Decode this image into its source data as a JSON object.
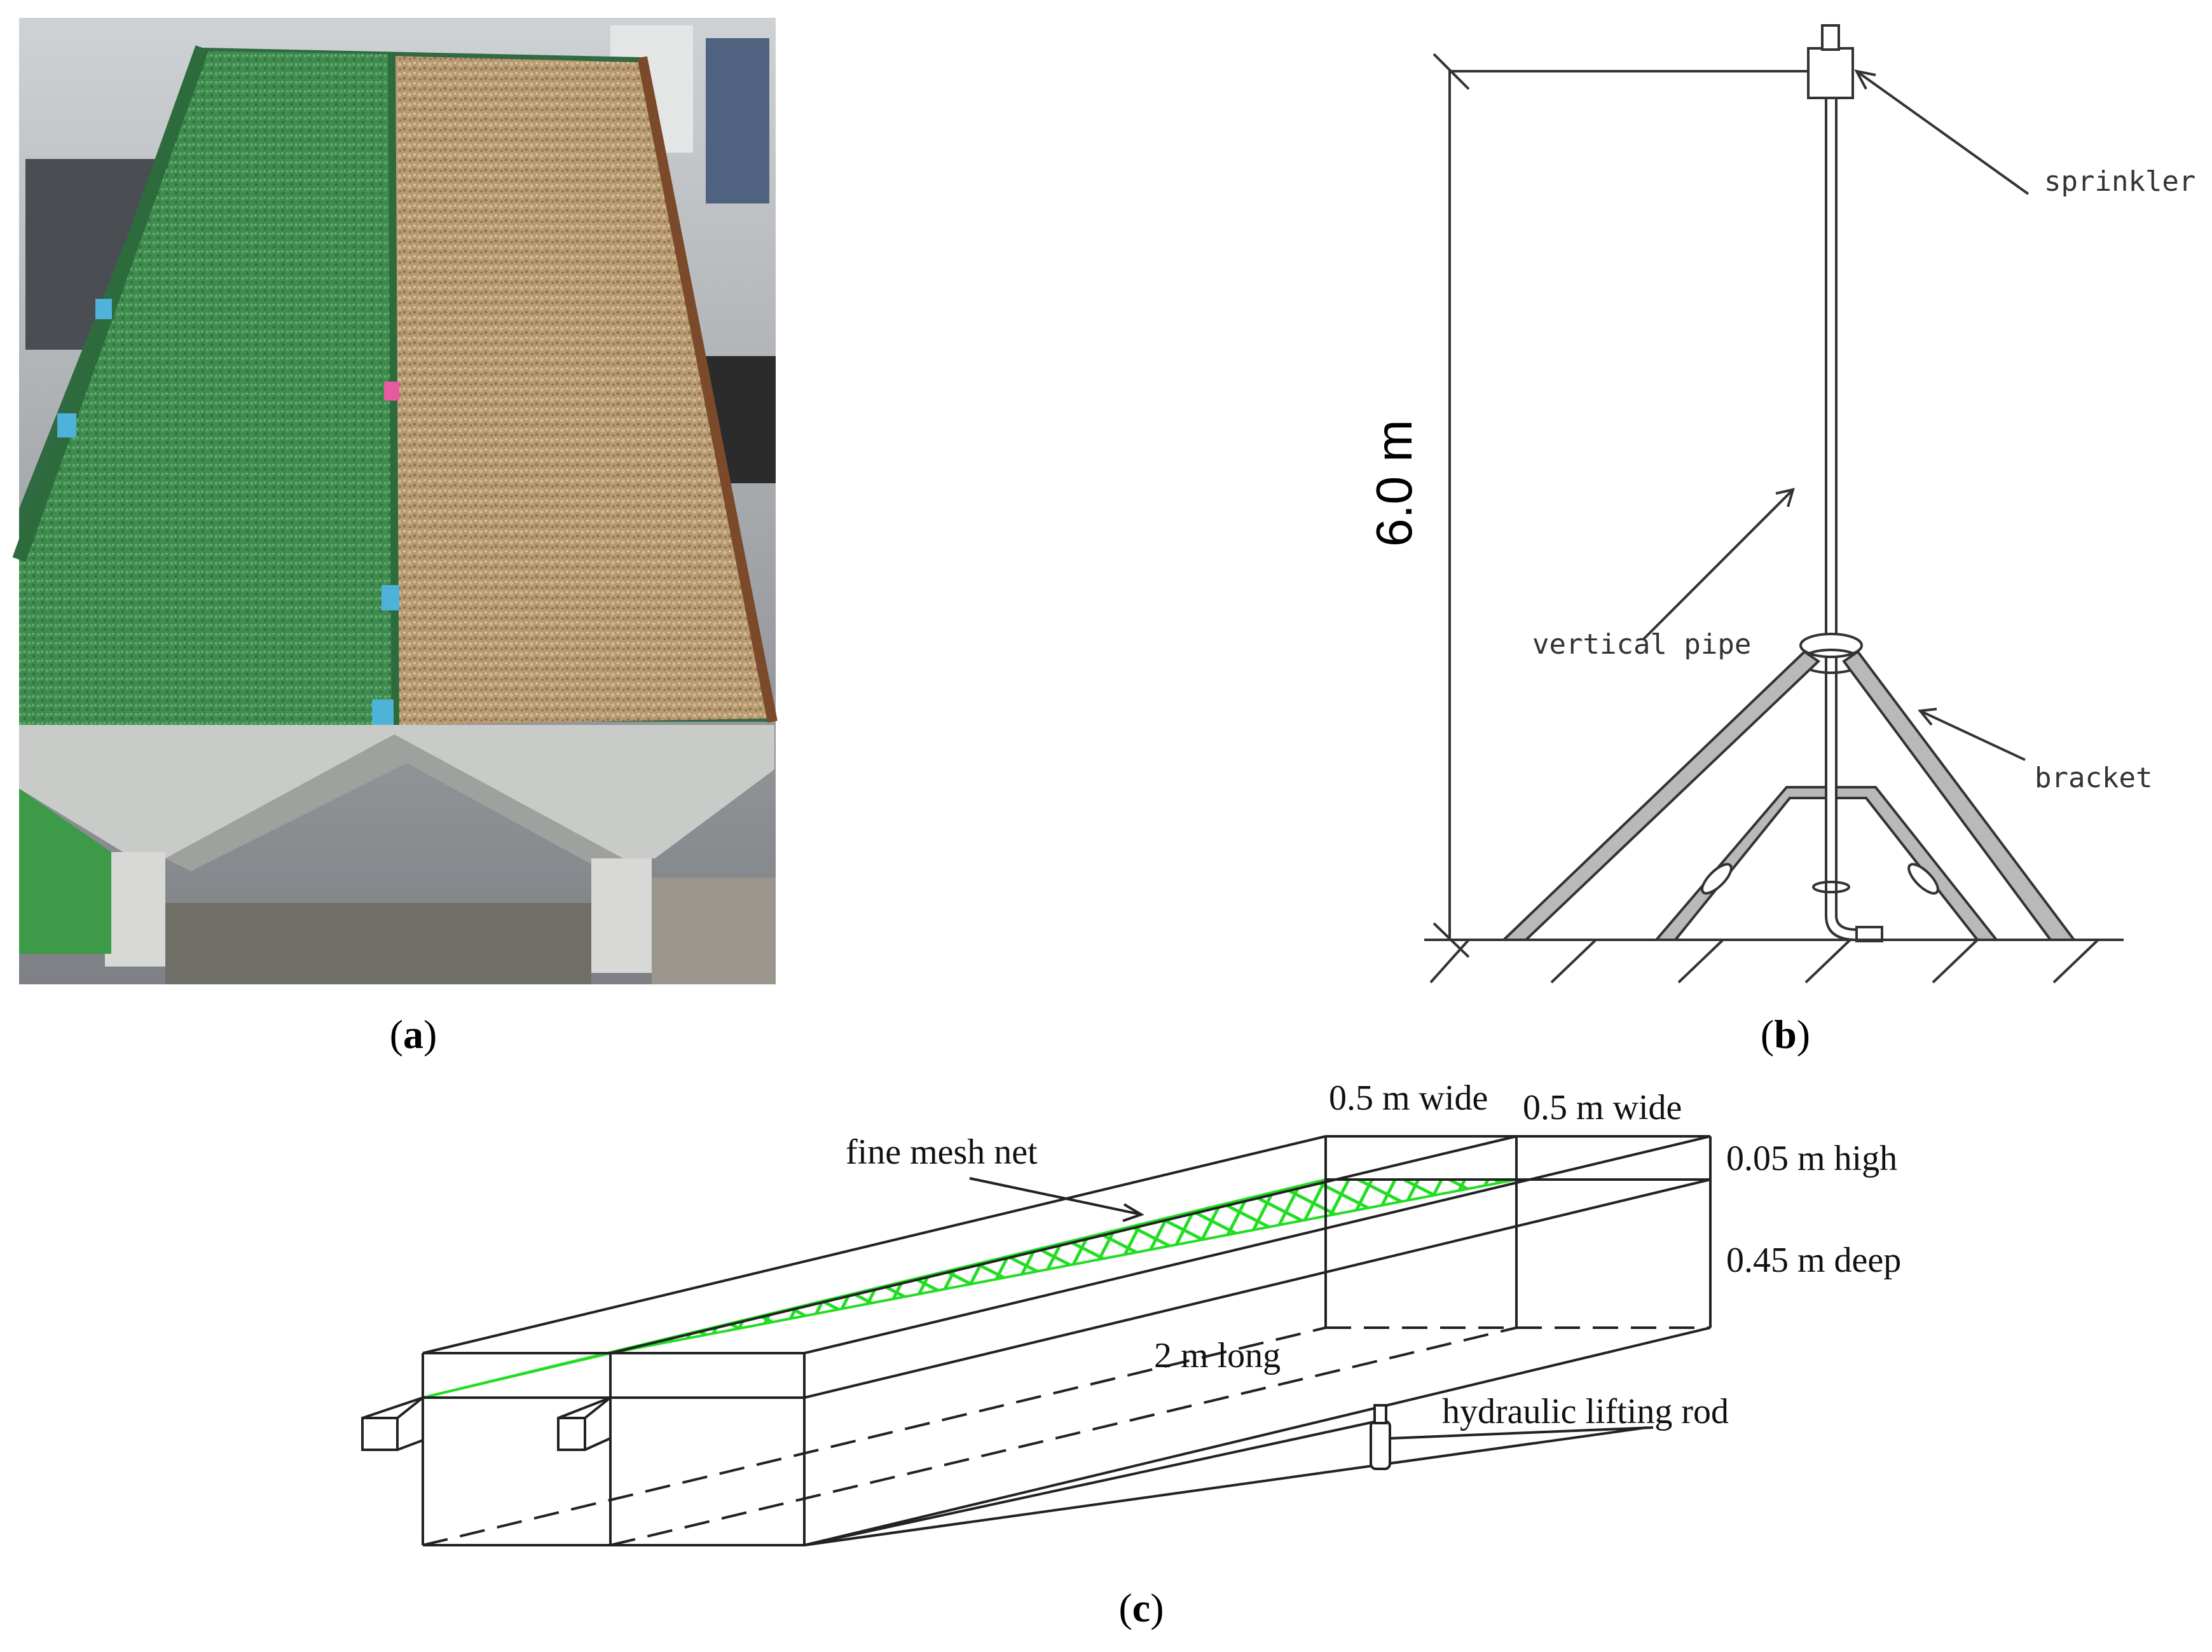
{
  "panels": {
    "a": {
      "caption": "a"
    },
    "b": {
      "caption": "b",
      "height_label": "6.0 m",
      "labels": {
        "sprinkler": "sprinkler",
        "vertical_pipe": "vertical pipe",
        "bracket": "bracket"
      }
    },
    "c": {
      "caption": "c",
      "labels": {
        "fine_mesh_net": "fine mesh net",
        "width_1": "0.5 m wide",
        "width_2": "0.5 m wide",
        "height": "0.05 m high",
        "depth": "0.45 m deep",
        "length": "2 m long",
        "lifting_rod": "hydraulic lifting rod"
      },
      "mesh_color": "#22dd22"
    }
  },
  "photo_colors": {
    "green_bed": "#3f8a4e",
    "soil_bed": "#b79a72",
    "hopper": "#c9cbc8",
    "floor": "#6f6f68"
  }
}
